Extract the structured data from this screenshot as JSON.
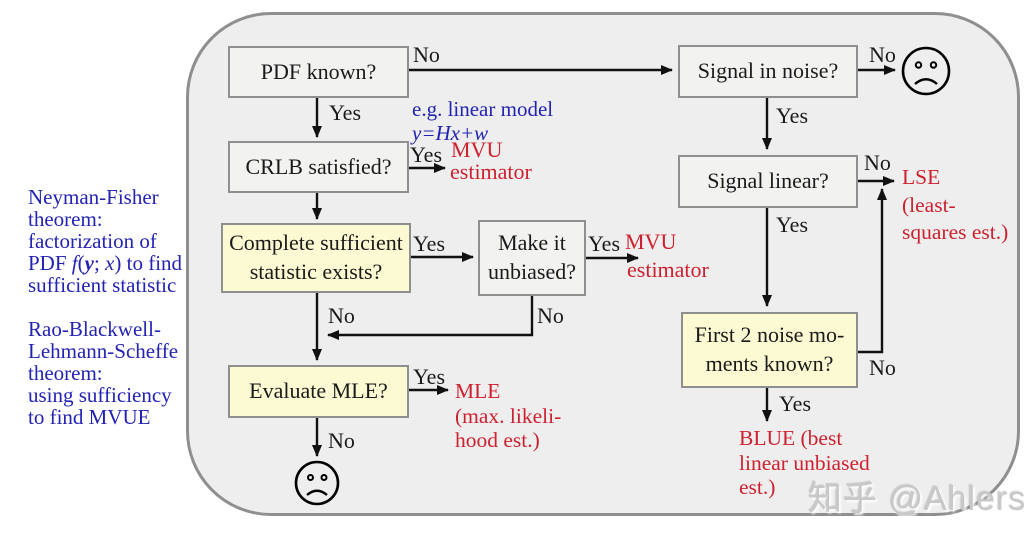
{
  "labels": {
    "yes": "Yes",
    "no": "No"
  },
  "boxes": {
    "pdf_known": "PDF known?",
    "crlb": "CRLB satisfied?",
    "complete_sufficient": {
      "line1": "Complete sufficient",
      "line2": "statistic exists?"
    },
    "make_unbiased": {
      "line1": "Make it",
      "line2": "unbiased?"
    },
    "evaluate_mle": "Evaluate MLE?",
    "signal_in_noise": "Signal in noise?",
    "signal_linear": "Signal linear?",
    "first_two_moments": {
      "line1": "First 2 noise mo-",
      "line2": "ments known?"
    }
  },
  "annotations": {
    "linear_model": {
      "line1": "e.g. linear model",
      "line2": "y=Hx+w"
    },
    "mvu_crlb": {
      "line1": "MVU",
      "line2": "estimator"
    },
    "mvu_unbiased": {
      "line1": "MVU",
      "line2": "estimator"
    },
    "mle": {
      "line1": "MLE",
      "line2": "(max. likeli-",
      "line3": "hood est.)"
    },
    "lse": {
      "line1": "LSE",
      "line2": "(least-",
      "line3": "squares est.)"
    },
    "blue_est": {
      "line1": "BLUE (best",
      "line2": "linear unbiased",
      "line3": "est.)"
    }
  },
  "notes": {
    "neyman_fisher": {
      "line1": "Neyman-Fisher",
      "line2": "theorem:",
      "line3": "factorization of",
      "line4_pre": "PDF ",
      "line4_f": "f",
      "line4_open": "(",
      "line4_y": "y",
      "line4_sep": "; ",
      "line4_x": "x",
      "line4_post": ") to find",
      "line5": "sufficient statistic"
    },
    "rao_blackwell": {
      "line1": "Rao-Blackwell-",
      "line2": "Lehmann-Scheffe",
      "line3": "theorem:",
      "line4": "using sufficiency",
      "line5": "to find MVUE"
    }
  },
  "icons": {
    "sad_face": "☹"
  },
  "watermark": "知乎 @Ahlers",
  "colors": {
    "panel_fill": "#eeeeee",
    "box_fill": "#f2f2f1",
    "yellow_fill": "#fbfad2",
    "border": "#8f8f8f",
    "blue": "#2323b3",
    "red": "#cd2130",
    "watermark": "#c8c8c8",
    "line": "#111111"
  }
}
